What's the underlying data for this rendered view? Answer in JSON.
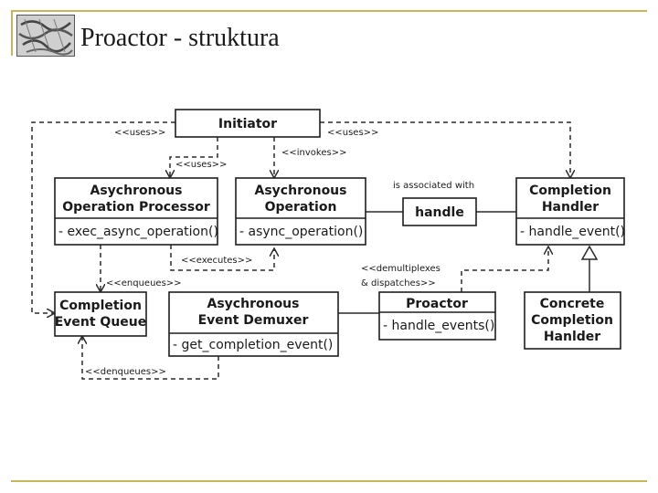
{
  "title": "Proactor - struktura",
  "logo": {
    "icon": "ornamental-logo-icon"
  },
  "classes": {
    "initiator": {
      "title": "Initiator"
    },
    "async_op_processor": {
      "title_line1": "Asychronous",
      "title_line2": "Operation Processor",
      "op": "- exec_async_operation()"
    },
    "async_operation": {
      "title_line1": "Asychronous",
      "title_line2": "Operation",
      "op": "- async_operation()"
    },
    "handle": {
      "title": "handle"
    },
    "completion_handler": {
      "title_line1": "Completion",
      "title_line2": "Handler",
      "op": "- handle_event()"
    },
    "completion_event_queue": {
      "title_line1": "Completion",
      "title_line2": "Event Queue"
    },
    "async_event_demuxer": {
      "title_line1": "Asychronous",
      "title_line2": "Event Demuxer",
      "op": "- get_completion_event()"
    },
    "proactor": {
      "title": "Proactor",
      "op": "- handle_events()"
    },
    "concrete_completion_handler": {
      "title_line1": "Concrete",
      "title_line2": "Completion",
      "title_line3": "Hanlder"
    }
  },
  "labels": {
    "uses_left": "<<uses>>",
    "uses_right": "<<uses>>",
    "uses_processor": "<<uses>>",
    "invokes": "<<invokes>>",
    "associated": "is associated with",
    "executes": "<<executes>>",
    "enqueues": "<<enqueues>>",
    "demultiplexes_line1": "<<demultiplexes",
    "demultiplexes_line2": "& dispatches>>",
    "dequeues": "<<denqueues>>"
  }
}
